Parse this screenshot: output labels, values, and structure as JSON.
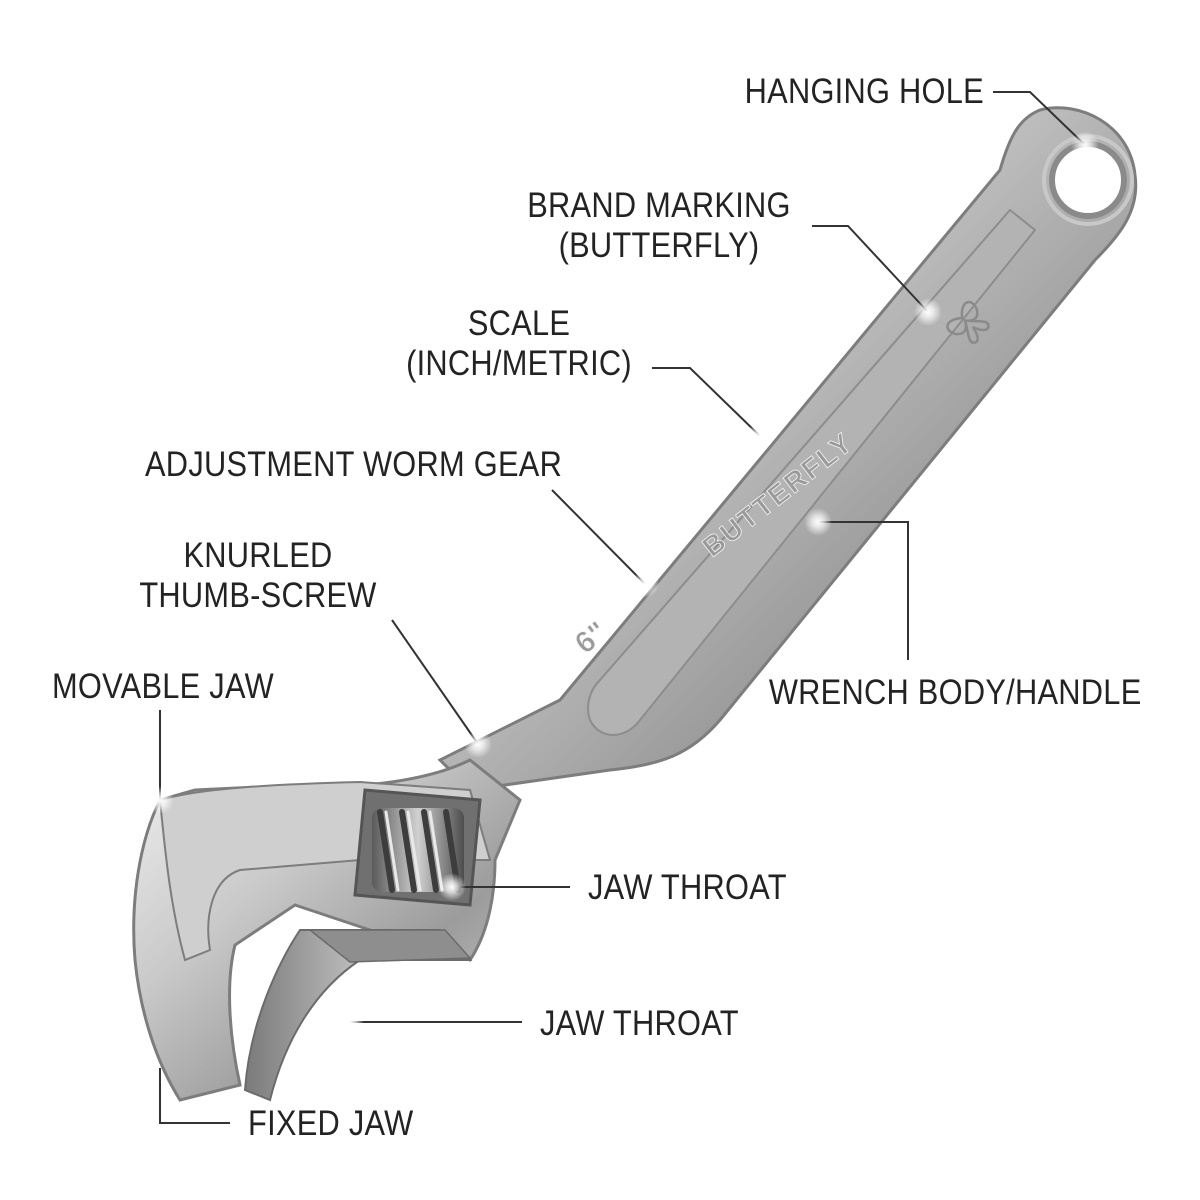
{
  "labels": {
    "hanging_hole": "HANGING HOLE",
    "brand_marking_1": "BRAND MARKING",
    "brand_marking_2": "(BUTTERFLY)",
    "scale_1": "SCALE",
    "scale_2": "(INCH/METRIC)",
    "adjustment_worm_gear": "ADJUSTMENT WORM GEAR",
    "knurled_1": "KNURLED",
    "knurled_2": "THUMB-SCREW",
    "movable_jaw": "MOVABLE JAW",
    "wrench_body": "WRENCH BODY/HANDLE",
    "jaw_throat_upper": "JAW THROAT",
    "jaw_throat_lower": "JAW THROAT",
    "fixed_jaw": "FIXED JAW"
  },
  "wrench": {
    "brand_text": "BUTTERFLY",
    "size_text": "6\""
  },
  "colors": {
    "text": "#232323",
    "leader_line": "#333333",
    "steel_light": "#d9d9d9",
    "steel_mid": "#a9a9a9",
    "steel_dark": "#6b6b6b",
    "background": "#ffffff"
  }
}
